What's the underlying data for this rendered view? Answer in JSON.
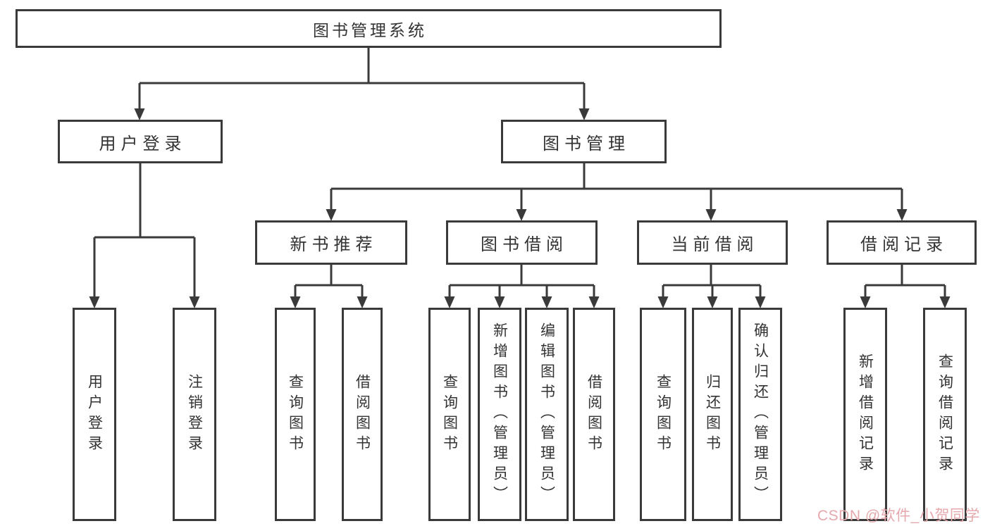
{
  "tree": {
    "root": "图书管理系统",
    "branches": [
      {
        "label": "用户登录",
        "children": [
          "用户登录",
          "注销登录"
        ]
      },
      {
        "label": "图书管理",
        "groups": [
          {
            "label": "新书推荐",
            "children": [
              "查询图书",
              "借阅图书"
            ]
          },
          {
            "label": "图书借阅",
            "children": [
              "查询图书",
              "新增图书（管理员）",
              "编辑图书（管理员）",
              "借阅图书"
            ]
          },
          {
            "label": "当前借阅",
            "children": [
              "查询图书",
              "归还图书",
              "确认归还（管理员）"
            ]
          },
          {
            "label": "借阅记录",
            "children": [
              "新增借阅记录",
              "查询借阅记录"
            ]
          }
        ]
      }
    ]
  },
  "watermark": {
    "text": "CSDN @软件_小贺同学"
  },
  "colors": {
    "line": "#3a3a3a",
    "text": "#333333",
    "watermark": "#e5a9ad",
    "node_fill": "#ffffff",
    "background": "#ffffff"
  }
}
